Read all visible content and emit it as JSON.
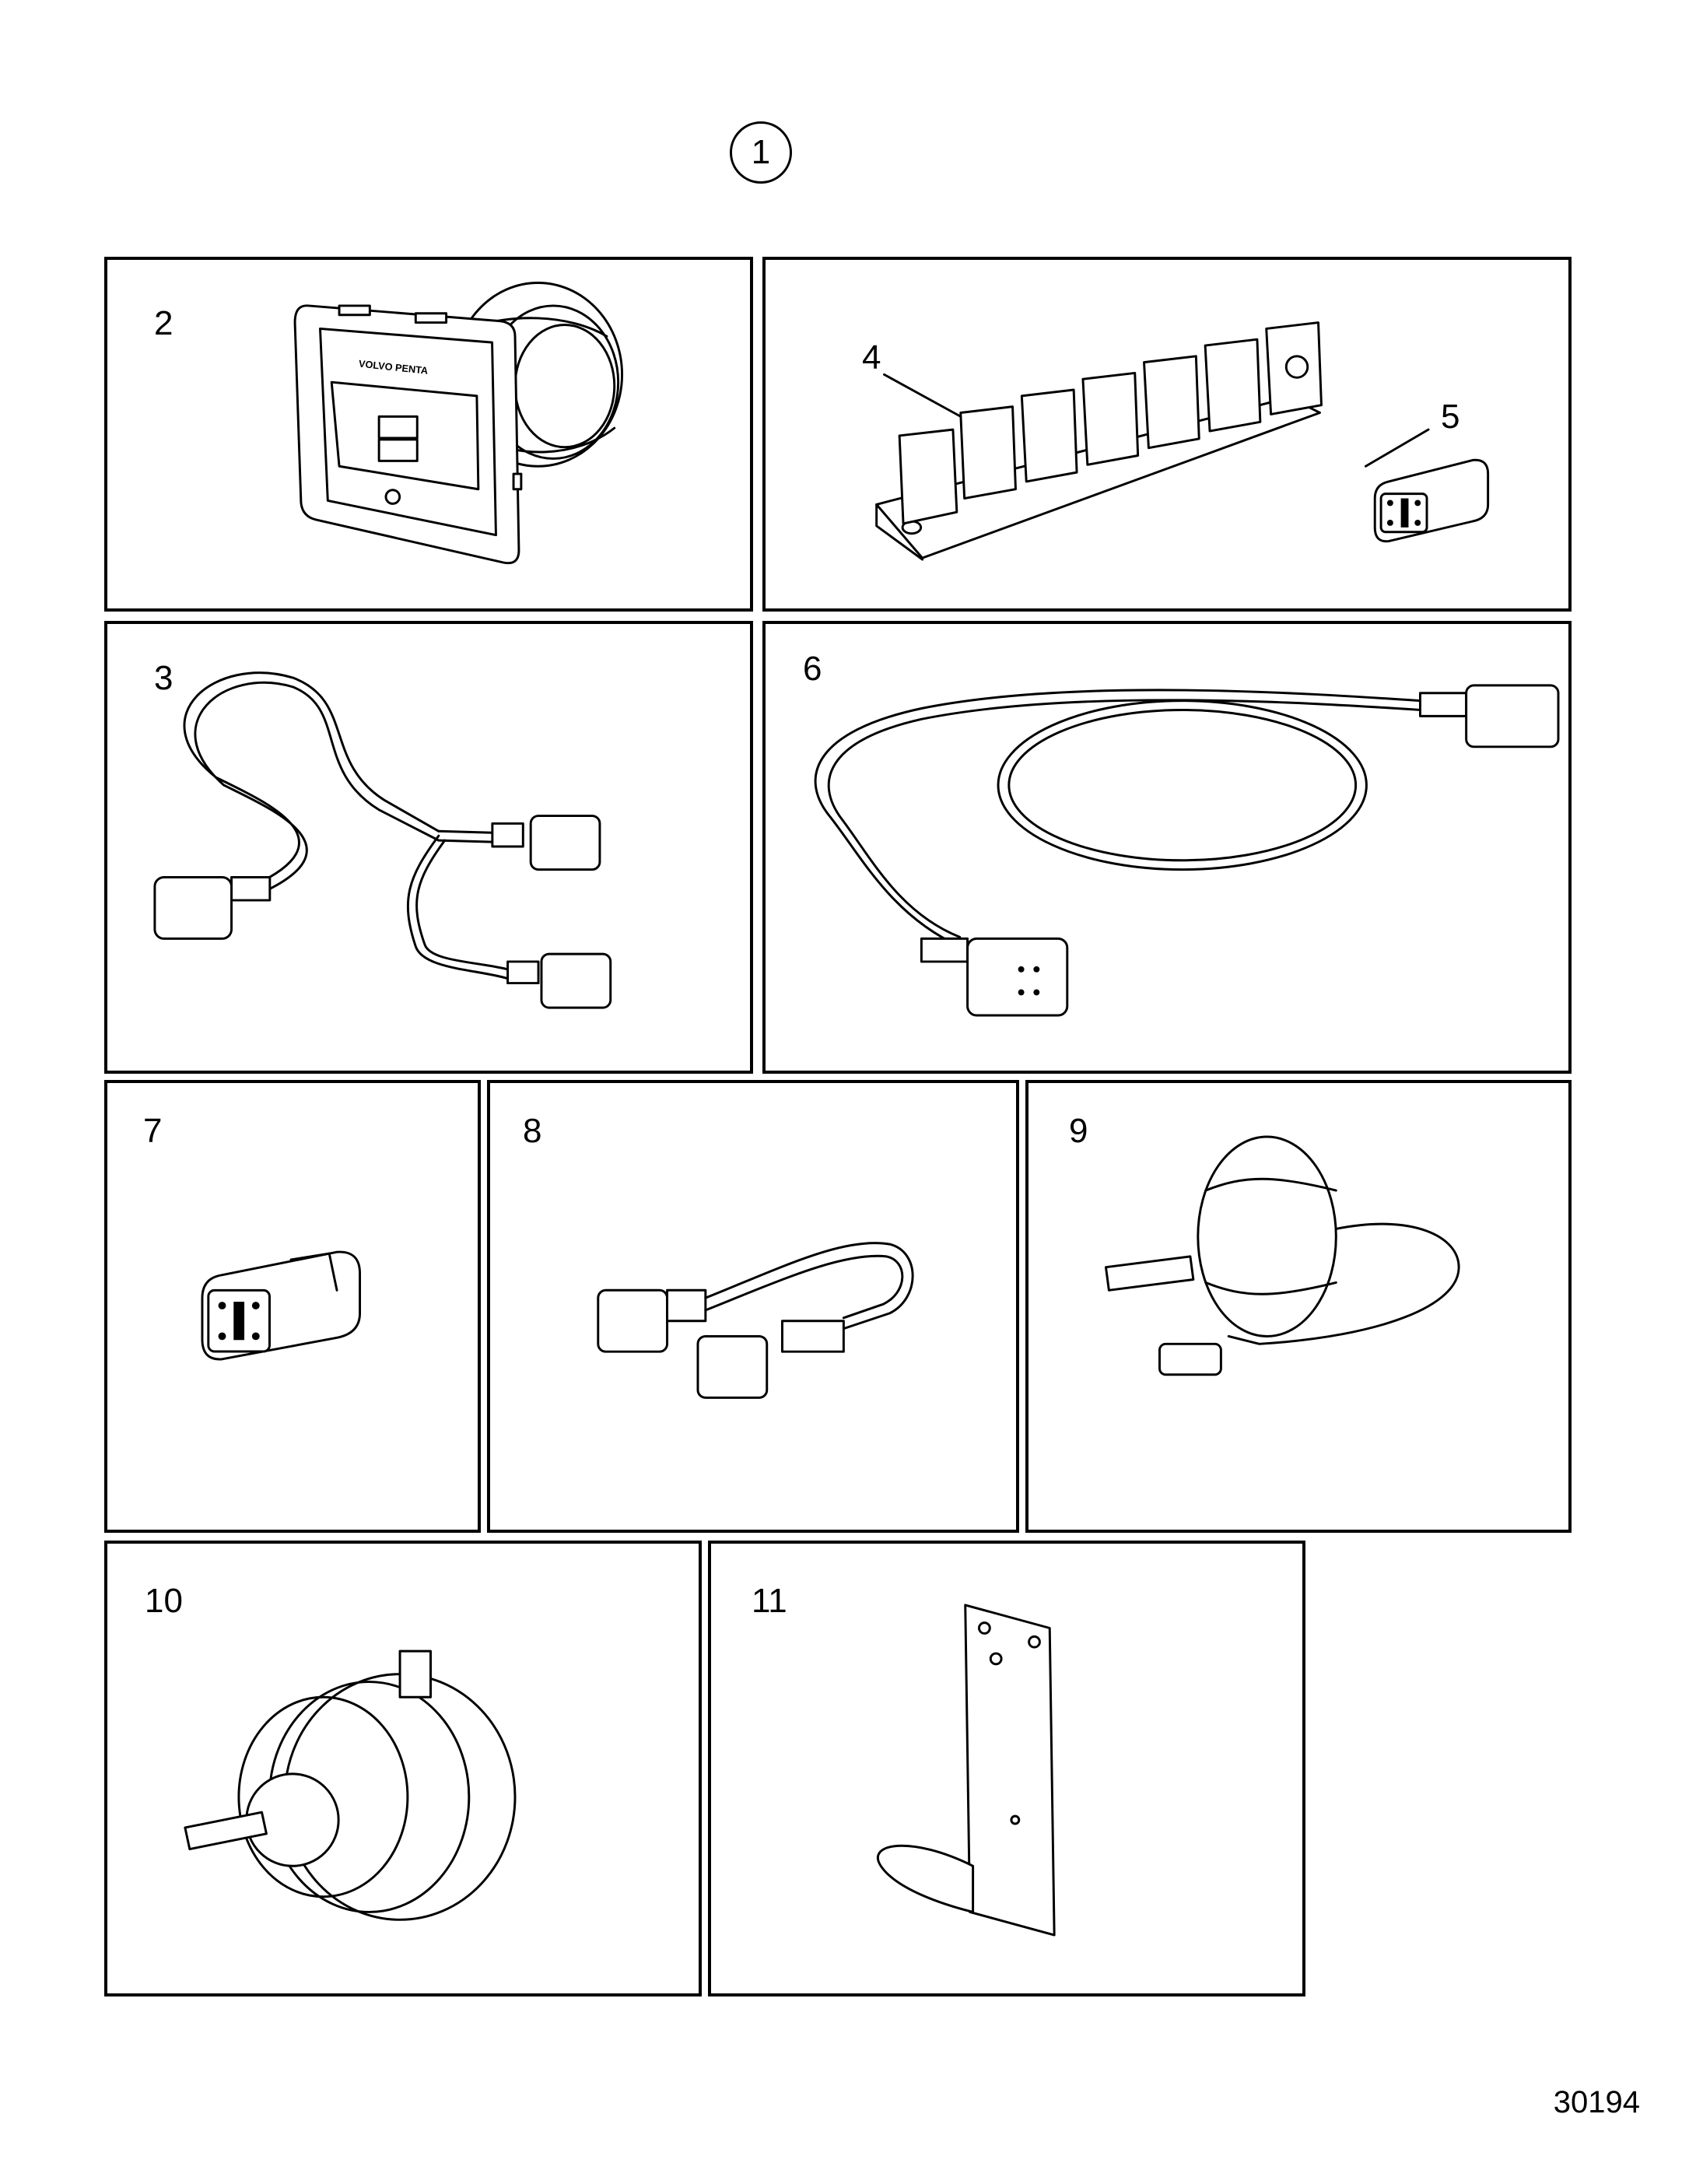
{
  "callout": "1",
  "panels": [
    {
      "id": "2",
      "label": "2"
    },
    {
      "id": "4-5",
      "label_a": "4",
      "label_b": "5"
    },
    {
      "id": "3",
      "label": "3"
    },
    {
      "id": "6",
      "label": "6"
    },
    {
      "id": "7",
      "label": "7"
    },
    {
      "id": "8",
      "label": "8"
    },
    {
      "id": "9",
      "label": "9"
    },
    {
      "id": "10",
      "label": "10"
    },
    {
      "id": "11",
      "label": "11"
    }
  ],
  "brand_text": "VOLVO PENTA",
  "figure_number": "30194"
}
